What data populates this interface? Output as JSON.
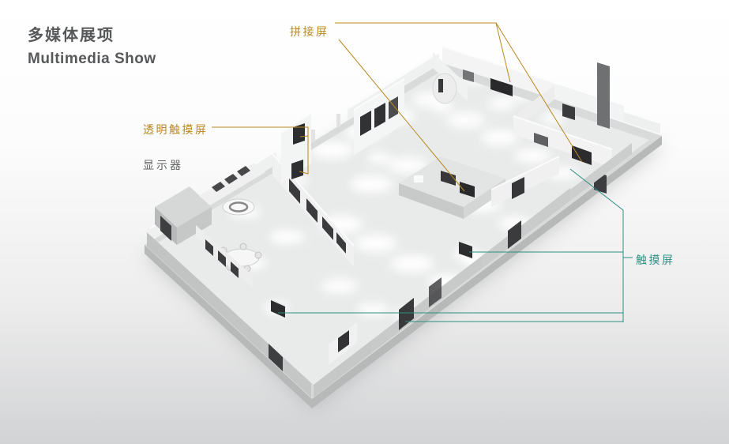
{
  "header": {
    "title_cn": "多媒体展项",
    "title_en": "Multimedia Show"
  },
  "annotations": {
    "splice_screen": {
      "label": "拼接屏"
    },
    "transparent_touch_screen": {
      "label": "透明触摸屏"
    },
    "monitor": {
      "label": "显示器"
    },
    "touch_screen": {
      "label": "触摸屏"
    }
  },
  "colors": {
    "annotation_orange": "#b9881f",
    "annotation_teal": "#2e8f82",
    "title_gray": "#57585a"
  }
}
